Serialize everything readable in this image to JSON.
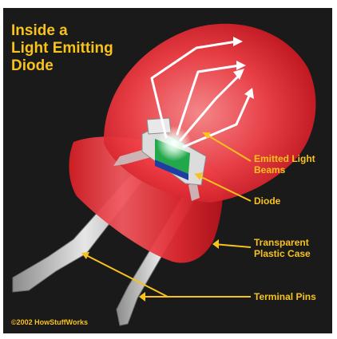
{
  "title": {
    "line1": "Inside a",
    "line2": "Light Emitting",
    "line3": "Diode"
  },
  "labels": {
    "emitted_light_line1": "Emitted Light",
    "emitted_light_line2": "Beams",
    "diode": "Diode",
    "case_line1": "Transparent",
    "case_line2": "Plastic Case",
    "terminal_pins": "Terminal Pins"
  },
  "copyright": "©2002 HowStuffWorks",
  "colors": {
    "background": "#1a1a1a",
    "label_text": "#f7c21c",
    "led_red": "#e8232b",
    "chip_green": "#22a84a",
    "chip_blue": "#1f3fa0",
    "pin_silver": "#b8b8b8"
  }
}
